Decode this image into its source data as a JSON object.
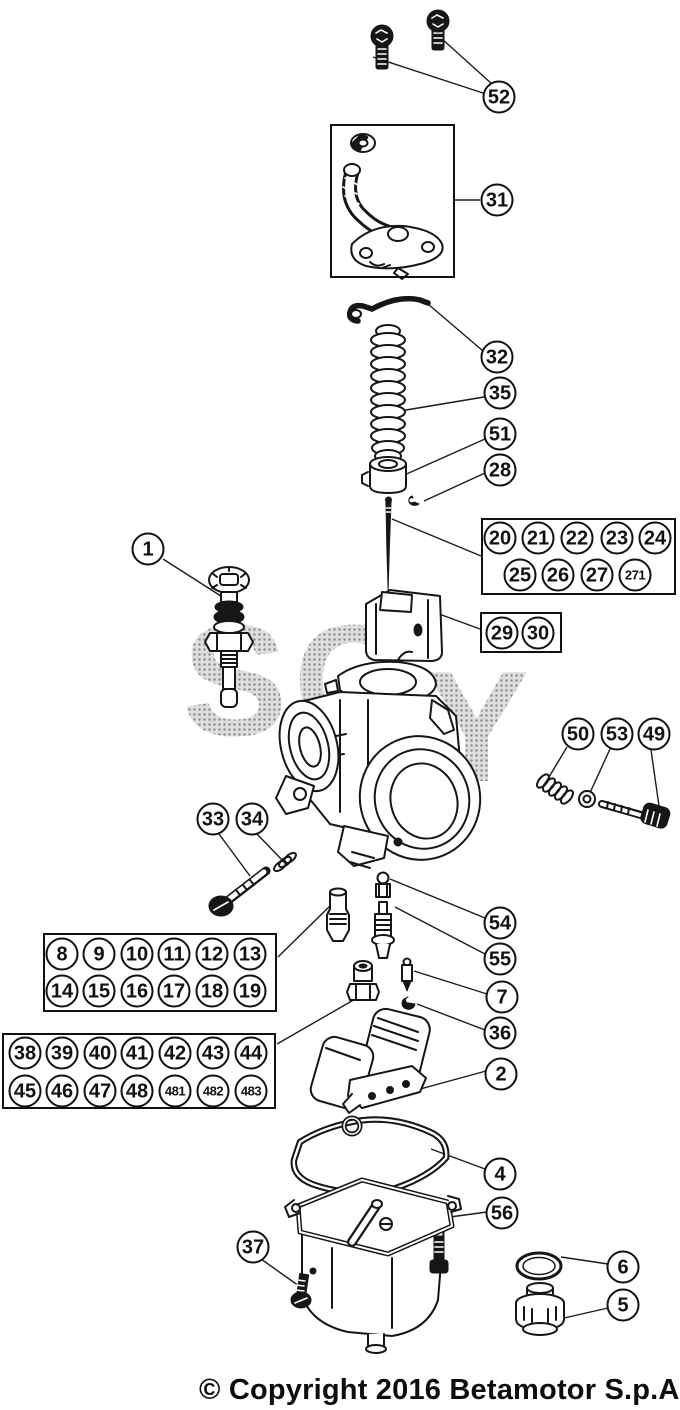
{
  "watermark": {
    "left": "SC",
    "right": "Y"
  },
  "copyright": "© Copyright 2016 Betamotor S.p.A.",
  "callouts": [
    {
      "id": "52"
    },
    {
      "id": "31"
    },
    {
      "id": "32"
    },
    {
      "id": "35"
    },
    {
      "id": "51"
    },
    {
      "id": "28"
    },
    {
      "id": "20"
    },
    {
      "id": "21"
    },
    {
      "id": "22"
    },
    {
      "id": "23"
    },
    {
      "id": "24"
    },
    {
      "id": "25"
    },
    {
      "id": "26"
    },
    {
      "id": "27"
    },
    {
      "id": "271"
    },
    {
      "id": "1"
    },
    {
      "id": "29"
    },
    {
      "id": "30"
    },
    {
      "id": "50"
    },
    {
      "id": "53"
    },
    {
      "id": "49"
    },
    {
      "id": "33"
    },
    {
      "id": "34"
    },
    {
      "id": "54"
    },
    {
      "id": "55"
    },
    {
      "id": "7"
    },
    {
      "id": "36"
    },
    {
      "id": "2"
    },
    {
      "id": "8"
    },
    {
      "id": "9"
    },
    {
      "id": "10"
    },
    {
      "id": "11"
    },
    {
      "id": "12"
    },
    {
      "id": "13"
    },
    {
      "id": "14"
    },
    {
      "id": "15"
    },
    {
      "id": "16"
    },
    {
      "id": "17"
    },
    {
      "id": "18"
    },
    {
      "id": "19"
    },
    {
      "id": "38"
    },
    {
      "id": "39"
    },
    {
      "id": "40"
    },
    {
      "id": "41"
    },
    {
      "id": "42"
    },
    {
      "id": "43"
    },
    {
      "id": "44"
    },
    {
      "id": "45"
    },
    {
      "id": "46"
    },
    {
      "id": "47"
    },
    {
      "id": "48"
    },
    {
      "id": "481"
    },
    {
      "id": "482"
    },
    {
      "id": "483"
    },
    {
      "id": "4"
    },
    {
      "id": "56"
    },
    {
      "id": "37"
    },
    {
      "id": "6"
    },
    {
      "id": "5"
    }
  ]
}
